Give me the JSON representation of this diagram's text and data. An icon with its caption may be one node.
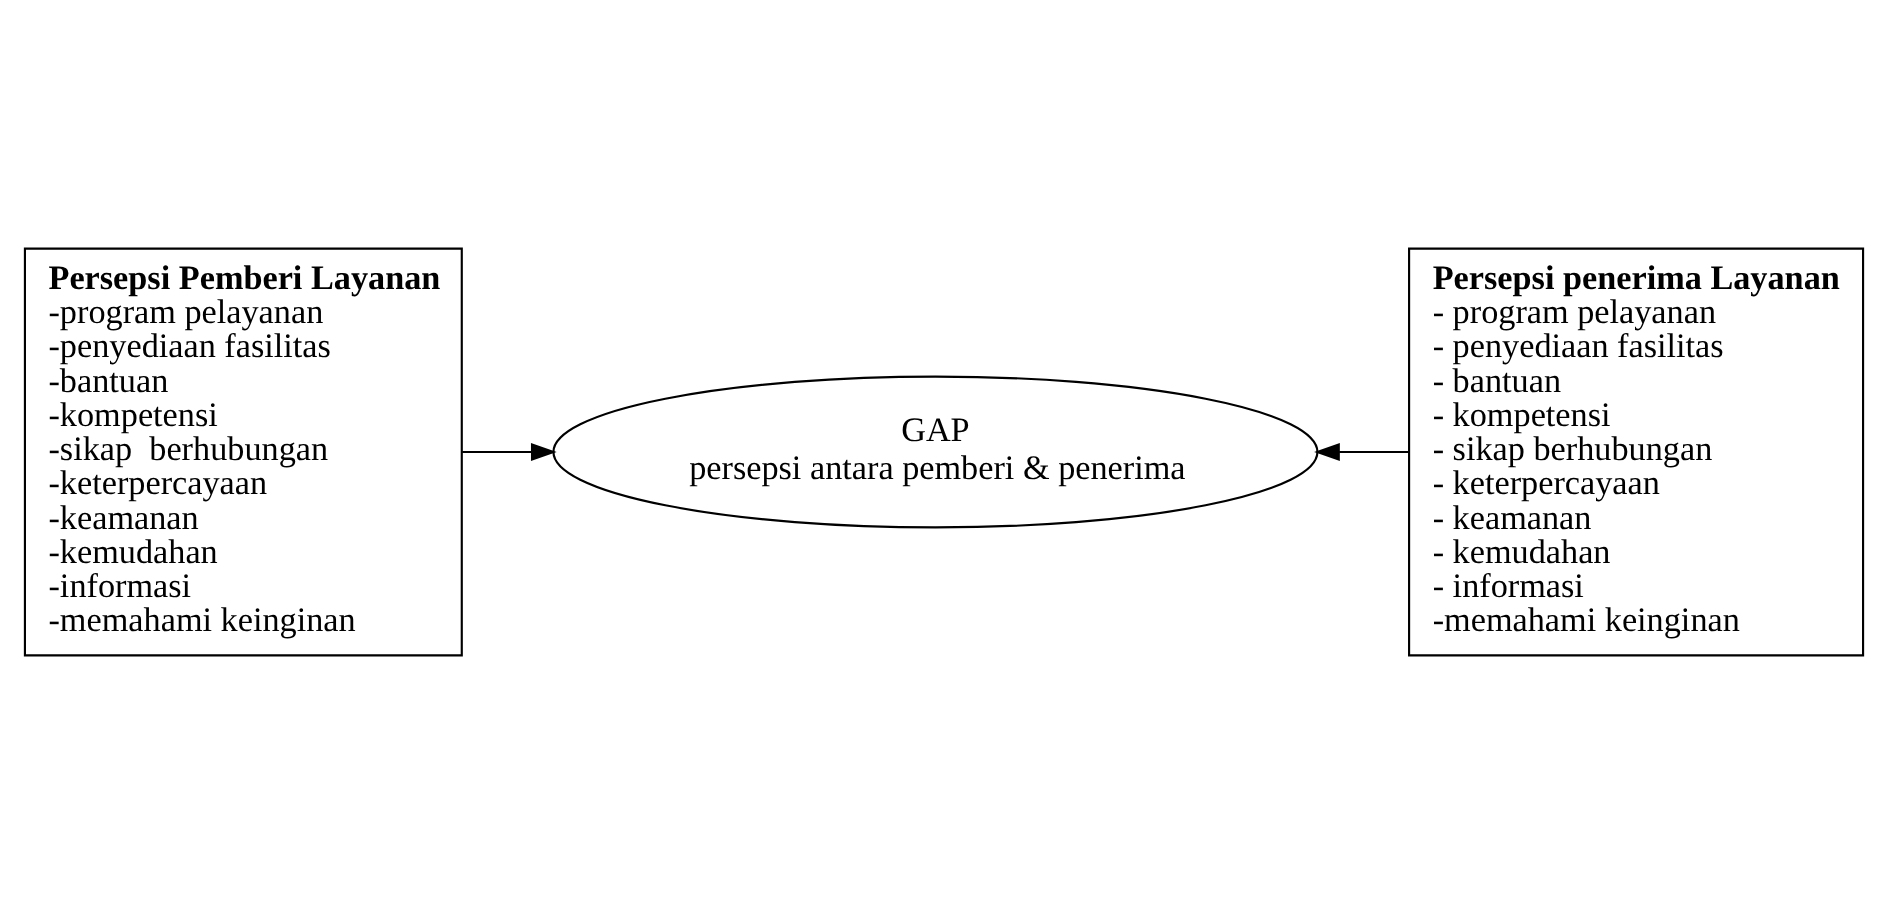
{
  "diagram": {
    "nodes": [
      {
        "text": [
          "Persepsi Pemberi Layanan",
          "-program pelayanan",
          "-penyediaan fasilitas",
          "-bantuan",
          "-kompetensi",
          "-sikap  berhubungan",
          "-keterpercayaan",
          "-keamanan",
          "-kemudahan",
          "-informasi",
          "-memahami keinginan"
        ]
      },
      {
        "text": [
          "GAP",
          "persepsi antara pemberi & penerima"
        ]
      },
      {
        "text": [
          "Persepsi penerima Layanan",
          "- program pelayanan",
          "- penyediaan fasilitas",
          "- bantuan",
          "- kompetensi",
          "- sikap berhubungan",
          "- keterpercayaan",
          "- keamanan",
          "- kemudahan",
          "- informasi",
          "-memahami keinginan"
        ]
      }
    ],
    "edges": [
      {
        "from": 0,
        "to": 1,
        "arrow": "to"
      },
      {
        "from": 2,
        "to": 1,
        "arrow": "to"
      }
    ]
  }
}
